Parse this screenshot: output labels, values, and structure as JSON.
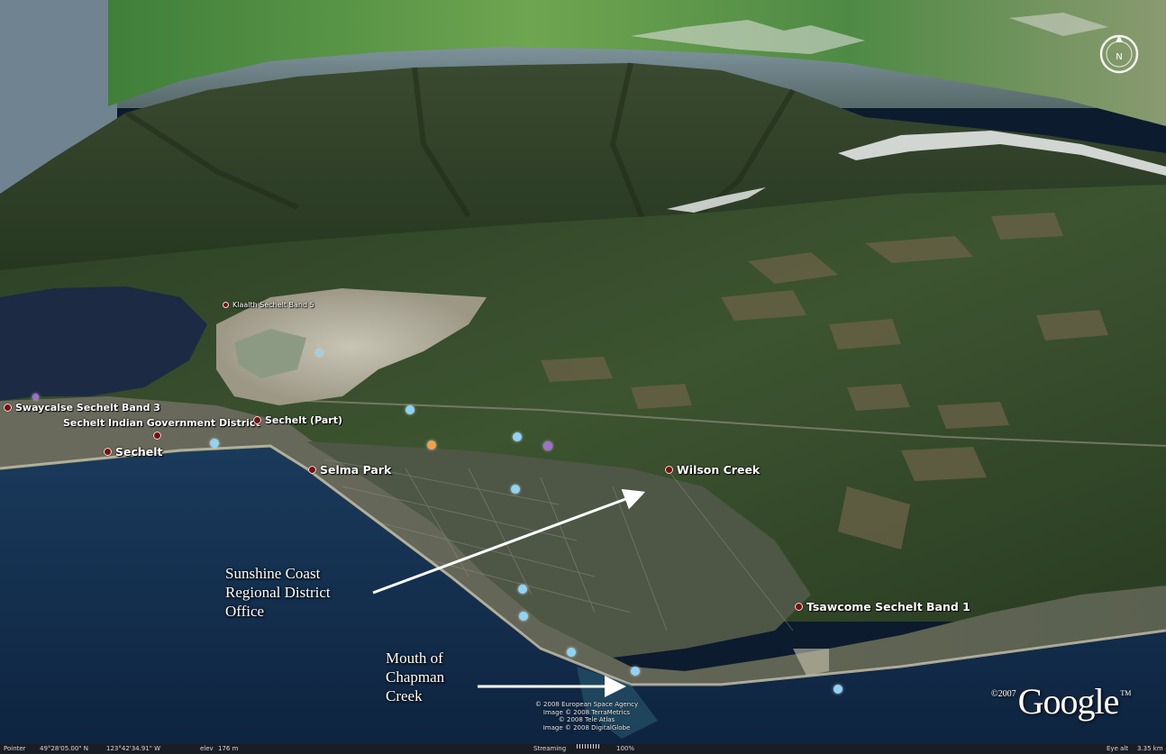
{
  "places": [
    {
      "id": "klaalth",
      "label": "Klaalth Sechelt Band 5"
    },
    {
      "id": "swaycalse",
      "label": "Swaycalse Sechelt Band 3"
    },
    {
      "id": "sigd",
      "label": "Sechelt Indian Government District"
    },
    {
      "id": "sechelt_part",
      "label": "Sechelt (Part)"
    },
    {
      "id": "sechelt",
      "label": "Sechelt"
    },
    {
      "id": "selma",
      "label": "Selma Park"
    },
    {
      "id": "wilson",
      "label": "Wilson Creek"
    },
    {
      "id": "tsawcome",
      "label": "Tsawcome Sechelt Band 1"
    }
  ],
  "annotations": {
    "office": [
      "Sunshine Coast",
      "Regional District",
      "Office"
    ],
    "mouth": [
      "Mouth of",
      "Chapman",
      "Creek"
    ]
  },
  "credits": [
    "© 2008 European Space Agency",
    "Image © 2008 TerraMetrics",
    "© 2008 Tele Atlas",
    "Image © 2008 DigitalGlobe"
  ],
  "logo": {
    "copyright": "©2007",
    "word": "Google",
    "tm": "TM"
  },
  "compass": {
    "icon": "compass-icon",
    "north_letter": "N"
  },
  "status": {
    "pointer_label": "Pointer",
    "latitude": "49°28'05.00\" N",
    "longitude": "123°42'34.91\" W",
    "elev_label": "elev",
    "elevation": "176 m",
    "streaming_label": "Streaming",
    "streaming_percent": "100%",
    "eye_alt_label": "Eye alt",
    "eye_alt": "3.35 km"
  },
  "colors": {
    "water": "#102a4a",
    "forest": "#263b1f",
    "place_dot": "#7a1010",
    "marker_blue": "#8fd3f5",
    "marker_orange": "#f0a050",
    "marker_purple": "#a070d0"
  }
}
